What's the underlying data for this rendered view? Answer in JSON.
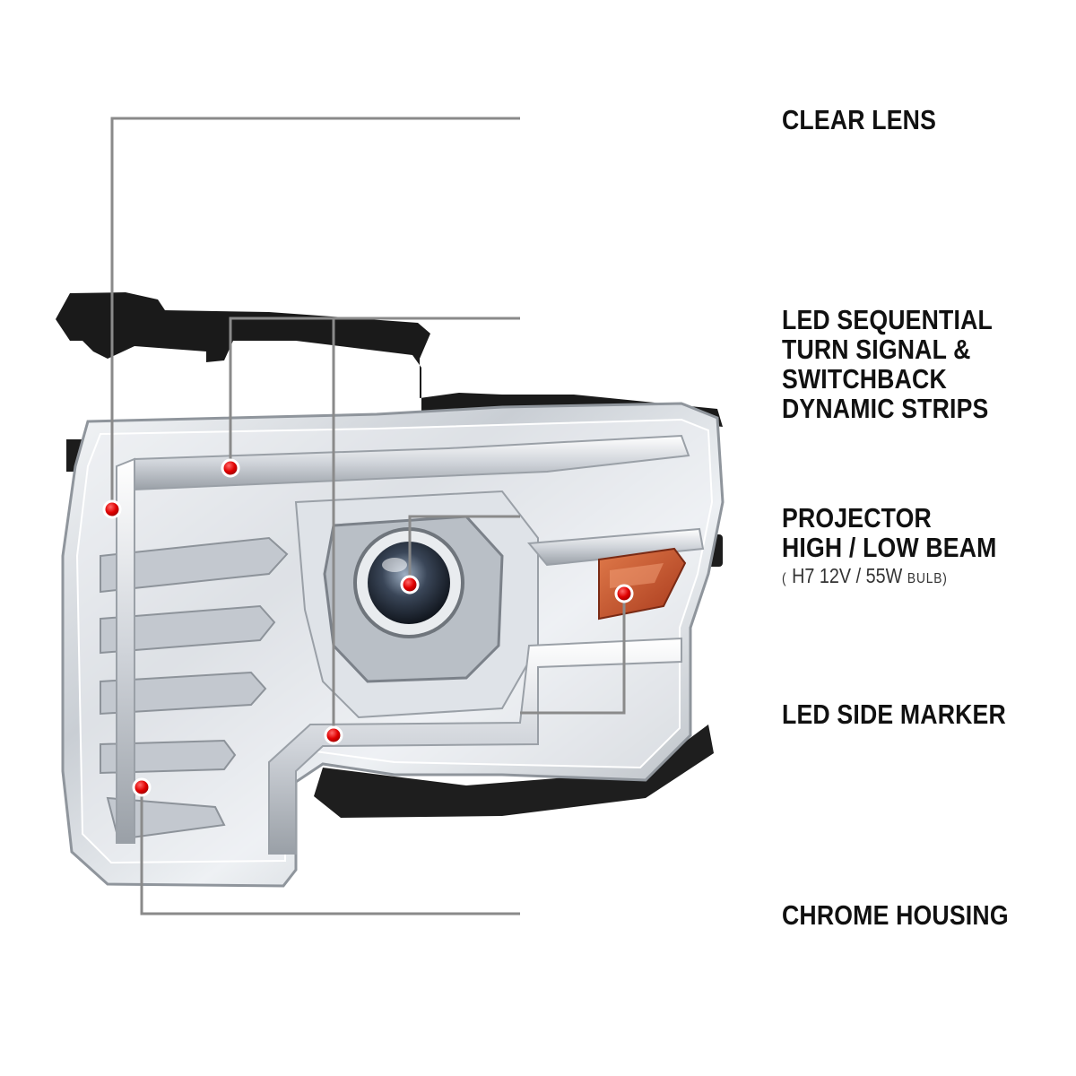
{
  "colors": {
    "accent_red": "#c1121f",
    "leader_gray": "#8a8a8a",
    "marker_red": "#d60000",
    "amber_lens": "#c9542b",
    "chrome": "#d9dde2",
    "bracket_black": "#1a1a1a"
  },
  "callouts": [
    {
      "id": "clear-lens",
      "lines": [
        "CLEAR LENS"
      ]
    },
    {
      "id": "led-sequential",
      "lines": [
        "LED SEQUENTIAL",
        "TURN SIGNAL &",
        "SWITCHBACK",
        "DYNAMIC STRIPS"
      ]
    },
    {
      "id": "projector",
      "lines": [
        "PROJECTOR",
        "HIGH / LOW BEAM"
      ],
      "spec": {
        "open": "(",
        "main": "H7  12V / 55W",
        "small": "BULB",
        "close": ")"
      }
    },
    {
      "id": "led-side-marker",
      "lines": [
        "LED SIDE MARKER"
      ]
    },
    {
      "id": "chrome-housing",
      "lines": [
        "CHROME HOUSING"
      ]
    }
  ]
}
